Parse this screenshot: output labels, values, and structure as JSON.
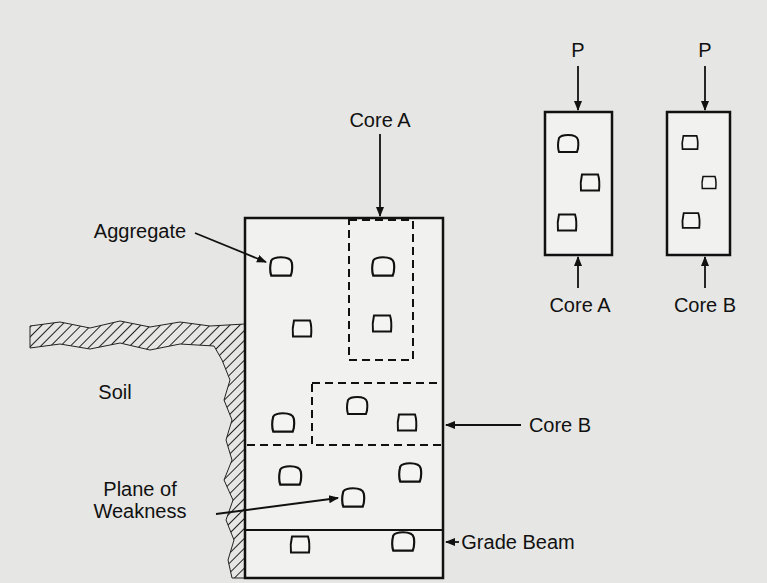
{
  "diagram": {
    "labels": [
      "Core A",
      "Aggregate",
      "Soil",
      "Plane of Weakness",
      "Core B",
      "Grade Beam",
      "P",
      "Core A",
      "P",
      "Core B"
    ]
  }
}
